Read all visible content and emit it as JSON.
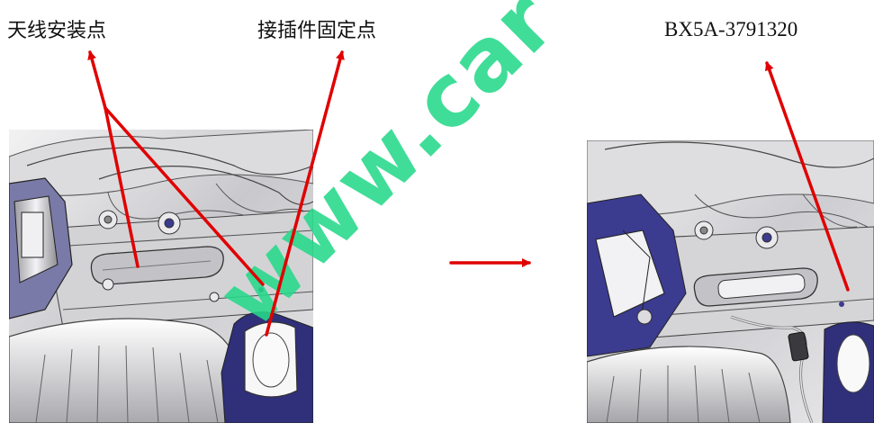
{
  "labels": {
    "antenna_mount_point": "天线安装点",
    "connector_fix_point": "接插件固定点",
    "part_number": "BX5A-3791320"
  },
  "watermark": "www.car",
  "colors": {
    "arrow": "#e00000",
    "watermark": "#26d98a",
    "metal_light": "#eeeeef",
    "metal_mid": "#bfbfc3",
    "metal_dark": "#6e6e74",
    "bracket": "#3b3b8f"
  }
}
